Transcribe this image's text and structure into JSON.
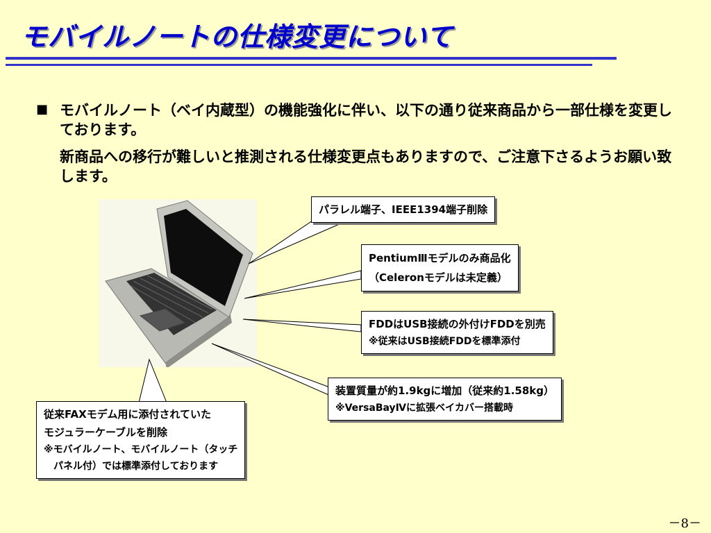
{
  "title": "モバイルノートの仕様変更について",
  "bullet": "■",
  "intro_p1": "モバイルノート（ベイ内蔵型）の機能強化に伴い、以下の通り従来商品から一部仕様を変更しております。",
  "intro_p2": "新商品への移行が難しいと推測される仕様変更点もありますので、ご注意下さるようお願い致します。",
  "callouts": {
    "ports": {
      "line1": "パラレル端子、IEEE1394端子削除"
    },
    "cpu": {
      "line1": "PentiumⅢモデルのみ商品化",
      "line2": "（Celeronモデルは未定義）"
    },
    "fdd": {
      "line1": "FDDはUSB接続の外付けFDDを別売",
      "line2": "※従来はUSB接続FDDを標準添付"
    },
    "weight": {
      "line1": "装置質量が約1.9kgに増加（従来約1.58kg）",
      "line2": "※VersaBayⅣに拡張ベイカバー搭載時"
    },
    "modem": {
      "line1": "従来FAXモデム用に添付されていた",
      "line2": "モジュラーケーブルを削除",
      "line3": "※モバイルノート、モバイルノート（タッチ",
      "line4": "　パネル付）では標準添付しております"
    }
  },
  "page_number": "－8－"
}
